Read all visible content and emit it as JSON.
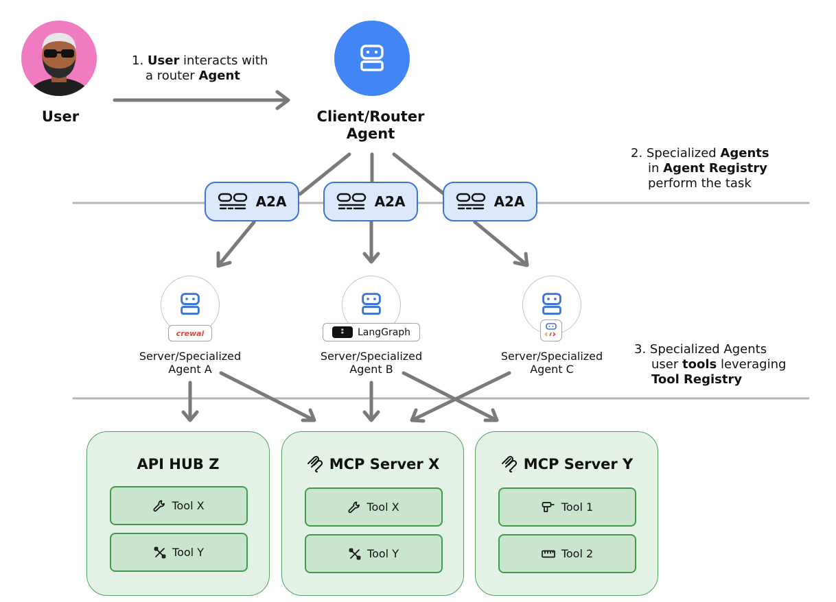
{
  "user": {
    "label": "User"
  },
  "steps": {
    "step1": {
      "line1_prefix": "1. ",
      "line1_bold": "User",
      "line1_rest": " interacts with",
      "line2_prefix": "a router ",
      "line2_bold": "Agent"
    },
    "step2": {
      "line1_prefix": "2. Specialized ",
      "line1_bold": "Agents",
      "line2_prefix": "in ",
      "line2_bold": "Agent Registry",
      "line3": "perform the task"
    },
    "step3": {
      "line1": "3. Specialized Agents",
      "line2_prefix": "user ",
      "line2_bold": "tools",
      "line2_rest": " leveraging",
      "line3_bold": "Tool Registry"
    }
  },
  "router": {
    "label_line1": "Client/Router",
    "label_line2": "Agent"
  },
  "a2a": [
    {
      "label": "A2A"
    },
    {
      "label": "A2A"
    },
    {
      "label": "A2A"
    }
  ],
  "agents": [
    {
      "label_line1": "Server/Specialized",
      "label_line2": "Agent A",
      "badge": "crewai"
    },
    {
      "label_line1": "Server/Specialized",
      "label_line2": "Agent B",
      "badge": "LangGraph"
    },
    {
      "label_line1": "Server/Specialized",
      "label_line2": "Agent C",
      "badge": ""
    }
  ],
  "servers": [
    {
      "title": "API HUB Z",
      "icon": "",
      "tools": [
        {
          "label": "Tool X",
          "icon": "wrench-icon"
        },
        {
          "label": "Tool Y",
          "icon": "tools-cross-icon"
        }
      ]
    },
    {
      "title": "MCP Server X",
      "icon": "mcp-icon",
      "tools": [
        {
          "label": "Tool X",
          "icon": "wrench-icon"
        },
        {
          "label": "Tool Y",
          "icon": "tools-cross-icon"
        }
      ]
    },
    {
      "title": "MCP Server Y",
      "icon": "mcp-icon",
      "tools": [
        {
          "label": "Tool 1",
          "icon": "drill-icon"
        },
        {
          "label": "Tool 2",
          "icon": "ruler-icon"
        }
      ]
    }
  ],
  "colors": {
    "router_blue": "#4285f4",
    "a2a_fill": "#dce8fb",
    "a2a_border": "#3a73d9",
    "server_fill": "#e4f2e6",
    "tool_fill": "#c9e5cd",
    "tool_border": "#3f9a4c",
    "arrow_gray": "#777777",
    "avatar_pink": "#f07bc1"
  }
}
